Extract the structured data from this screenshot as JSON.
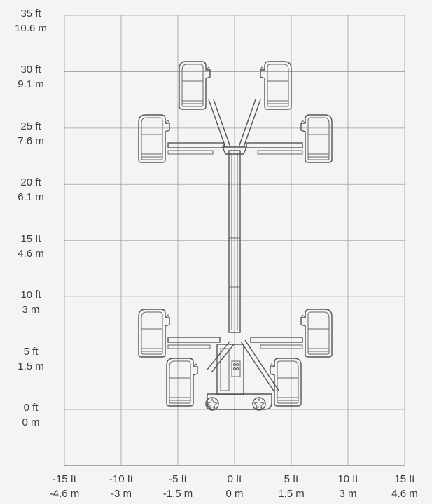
{
  "y_axis": {
    "ticks": [
      {
        "ft": "35 ft",
        "m": "10.6 m",
        "value_ft": 35
      },
      {
        "ft": "30 ft",
        "m": "9.1 m",
        "value_ft": 30
      },
      {
        "ft": "25 ft",
        "m": "7.6 m",
        "value_ft": 25
      },
      {
        "ft": "20 ft",
        "m": "6.1 m",
        "value_ft": 20
      },
      {
        "ft": "15 ft",
        "m": "4.6 m",
        "value_ft": 15
      },
      {
        "ft": "10 ft",
        "m": "3 m",
        "value_ft": 10
      },
      {
        "ft": "5 ft",
        "m": "1.5 m",
        "value_ft": 5
      },
      {
        "ft": "0 ft",
        "m": "0 m",
        "value_ft": 0
      }
    ]
  },
  "x_axis": {
    "ticks": [
      {
        "ft": "-15 ft",
        "m": "-4.6 m",
        "value_ft": -15
      },
      {
        "ft": "-10 ft",
        "m": "-3 m",
        "value_ft": -10
      },
      {
        "ft": "-5 ft",
        "m": "-1.5 m",
        "value_ft": -5
      },
      {
        "ft": "0 ft",
        "m": "0 m",
        "value_ft": 0
      },
      {
        "ft": "5 ft",
        "m": "1.5 m",
        "value_ft": 5
      },
      {
        "ft": "10 ft",
        "m": "3 m",
        "value_ft": 10
      },
      {
        "ft": "15 ft",
        "m": "4.6 m",
        "value_ft": 15
      }
    ]
  },
  "colors": {
    "background": "#f4f4f2",
    "grid": "#9c9c9c",
    "outline": "#555555"
  }
}
